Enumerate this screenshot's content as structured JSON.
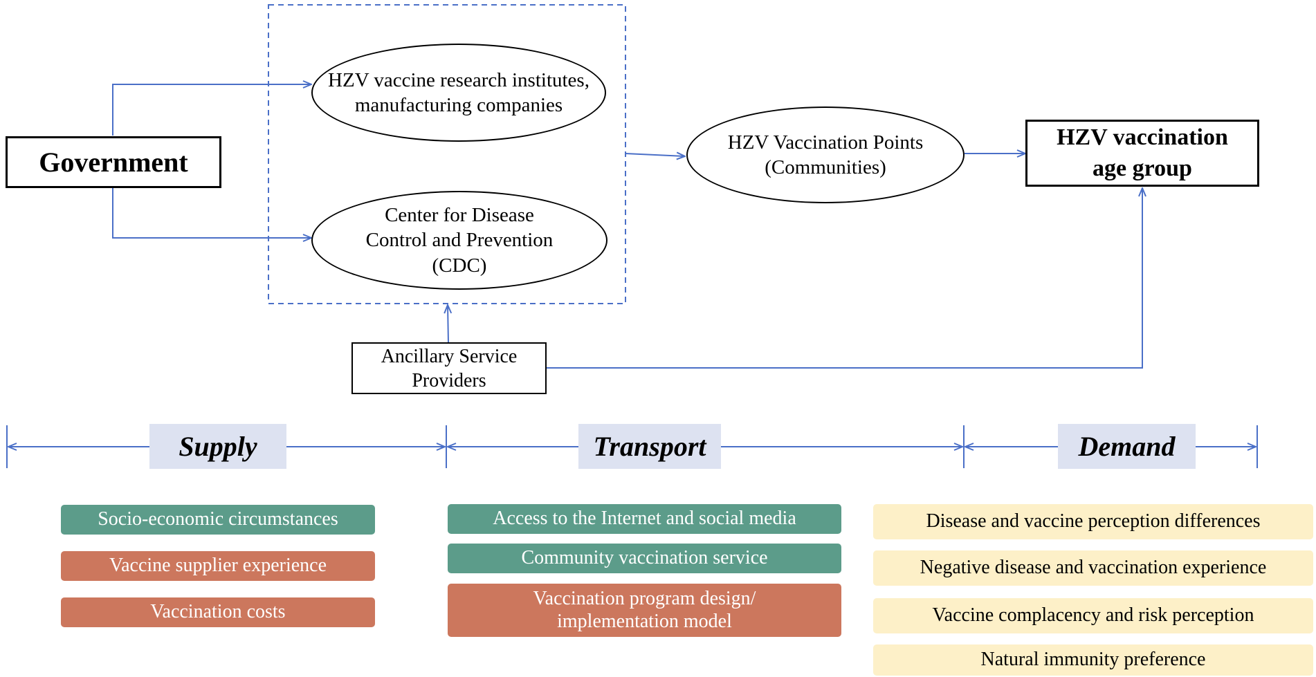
{
  "nodes": {
    "government": "Government",
    "research_line1": "HZV vaccine research institutes,",
    "research_line2": "manufacturing companies",
    "cdc_line1": "Center for Disease",
    "cdc_line2": "Control and Prevention",
    "cdc_line3": "(CDC)",
    "points_line1": "HZV Vaccination Points",
    "points_line2": "(Communities)",
    "age_line1": "HZV vaccination",
    "age_line2": "age group",
    "ancillary_line1": "Ancillary Service",
    "ancillary_line2": "Providers"
  },
  "stages": {
    "supply": "Supply",
    "transport": "Transport",
    "demand": "Demand"
  },
  "factors": {
    "supply": [
      {
        "text": "Socio-economic circumstances",
        "color": "#5c9c8a"
      },
      {
        "text": "Vaccine supplier experience",
        "color": "#cc775d"
      },
      {
        "text": "Vaccination costs",
        "color": "#cc775d"
      }
    ],
    "transport": [
      {
        "text": "Access to the Internet and social media",
        "color": "#5c9c8a"
      },
      {
        "text": "Community vaccination service",
        "color": "#5c9c8a"
      },
      {
        "line1": "Vaccination program design/",
        "line2": "implementation model",
        "color": "#cc775d"
      }
    ],
    "demand": [
      {
        "text": "Disease and vaccine perception differences",
        "color": "#fdf0c8"
      },
      {
        "text": "Negative disease and vaccination experience",
        "color": "#fdf0c8"
      },
      {
        "text": "Vaccine complacency and risk perception",
        "color": "#fdf0c8"
      },
      {
        "text": "Natural immunity preference",
        "color": "#fdf0c8"
      }
    ]
  },
  "colors": {
    "connector": "#4a6fc7",
    "stage_band": "#dde2f1"
  }
}
